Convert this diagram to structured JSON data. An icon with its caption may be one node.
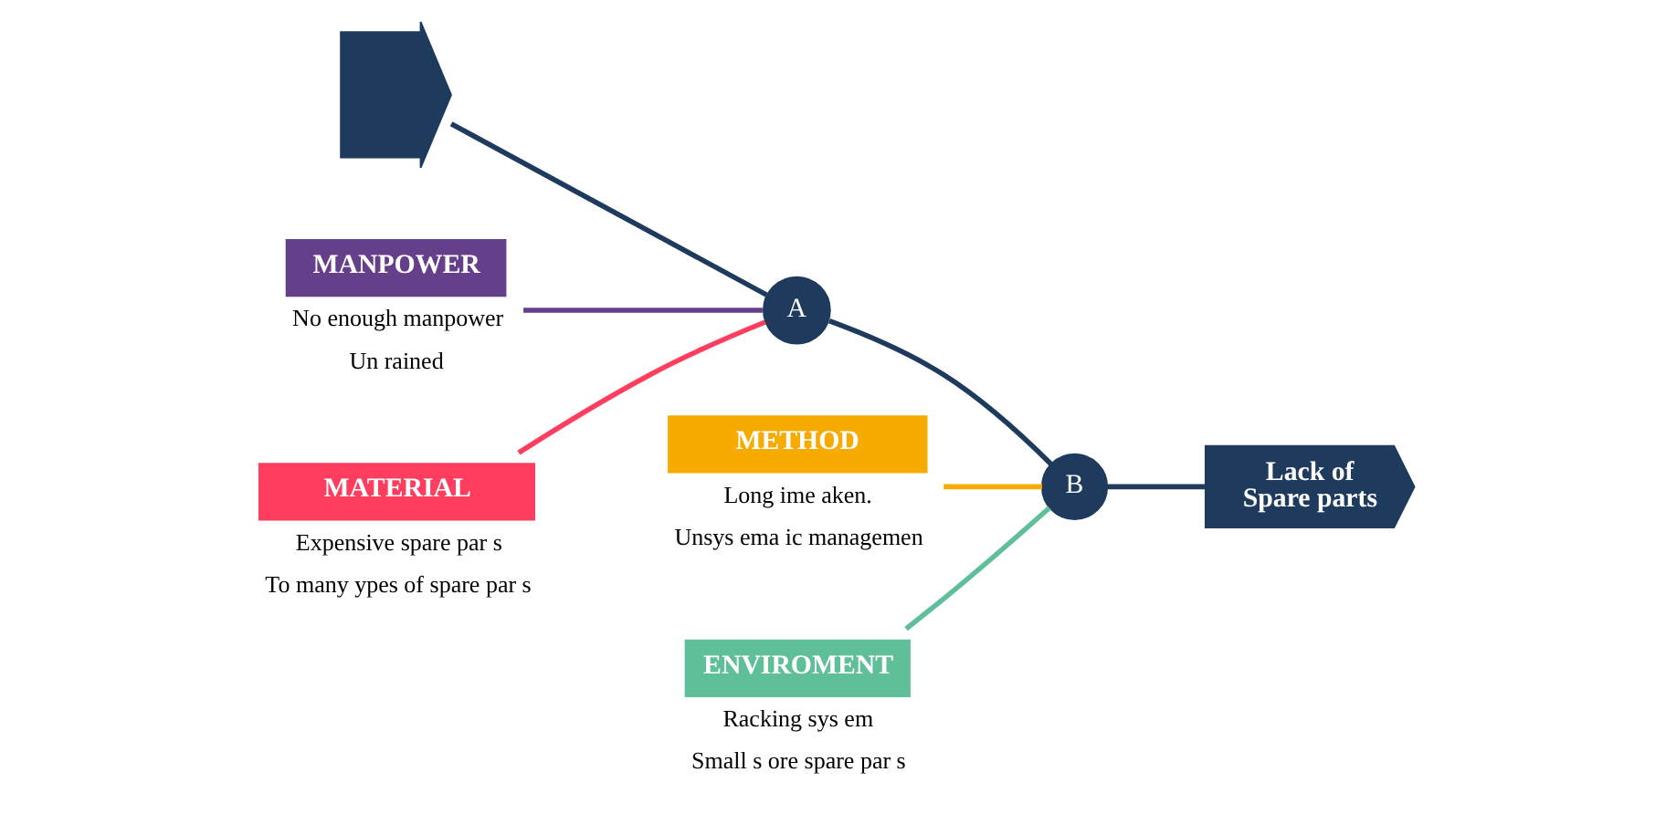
{
  "diagram": {
    "nodes": [
      {
        "text": [],
        "shape": "chevron"
      },
      {
        "text": [
          "MANPOWER"
        ],
        "beside": [
          "No enough manpower",
          "Un rained"
        ]
      },
      {
        "text": [
          "MATERIAL"
        ],
        "beside": [
          "Expensive spare par s",
          "To many ypes of spare par s"
        ]
      },
      {
        "text": [
          "METHOD"
        ],
        "beside": [
          "Long ime aken.",
          "Unsys ema ic managemen"
        ]
      },
      {
        "text": [
          "ENVIROMENT"
        ],
        "beside": [
          "Racking sys em",
          "Small s ore spare par s"
        ]
      },
      {
        "text": [
          "A"
        ]
      },
      {
        "text": [
          "B"
        ]
      },
      {
        "text": [
          "Lack of",
          "Spare parts"
        ]
      }
    ],
    "edges": [
      {
        "from": 0,
        "to": 5,
        "arrow": "none"
      },
      {
        "from": 5,
        "to": 6,
        "arrow": "none"
      },
      {
        "from": 6,
        "to": 7,
        "arrow": "none"
      },
      {
        "from": 1,
        "to": 5,
        "arrow": "none",
        "color": "#663f8a"
      },
      {
        "from": 2,
        "to": 5,
        "arrow": "none",
        "color": "#ff3d5f"
      },
      {
        "from": 3,
        "to": 6,
        "arrow": "none",
        "color": "#f7ab00"
      },
      {
        "from": 4,
        "to": 6,
        "arrow": "none",
        "color": "#5fbf98"
      }
    ]
  }
}
